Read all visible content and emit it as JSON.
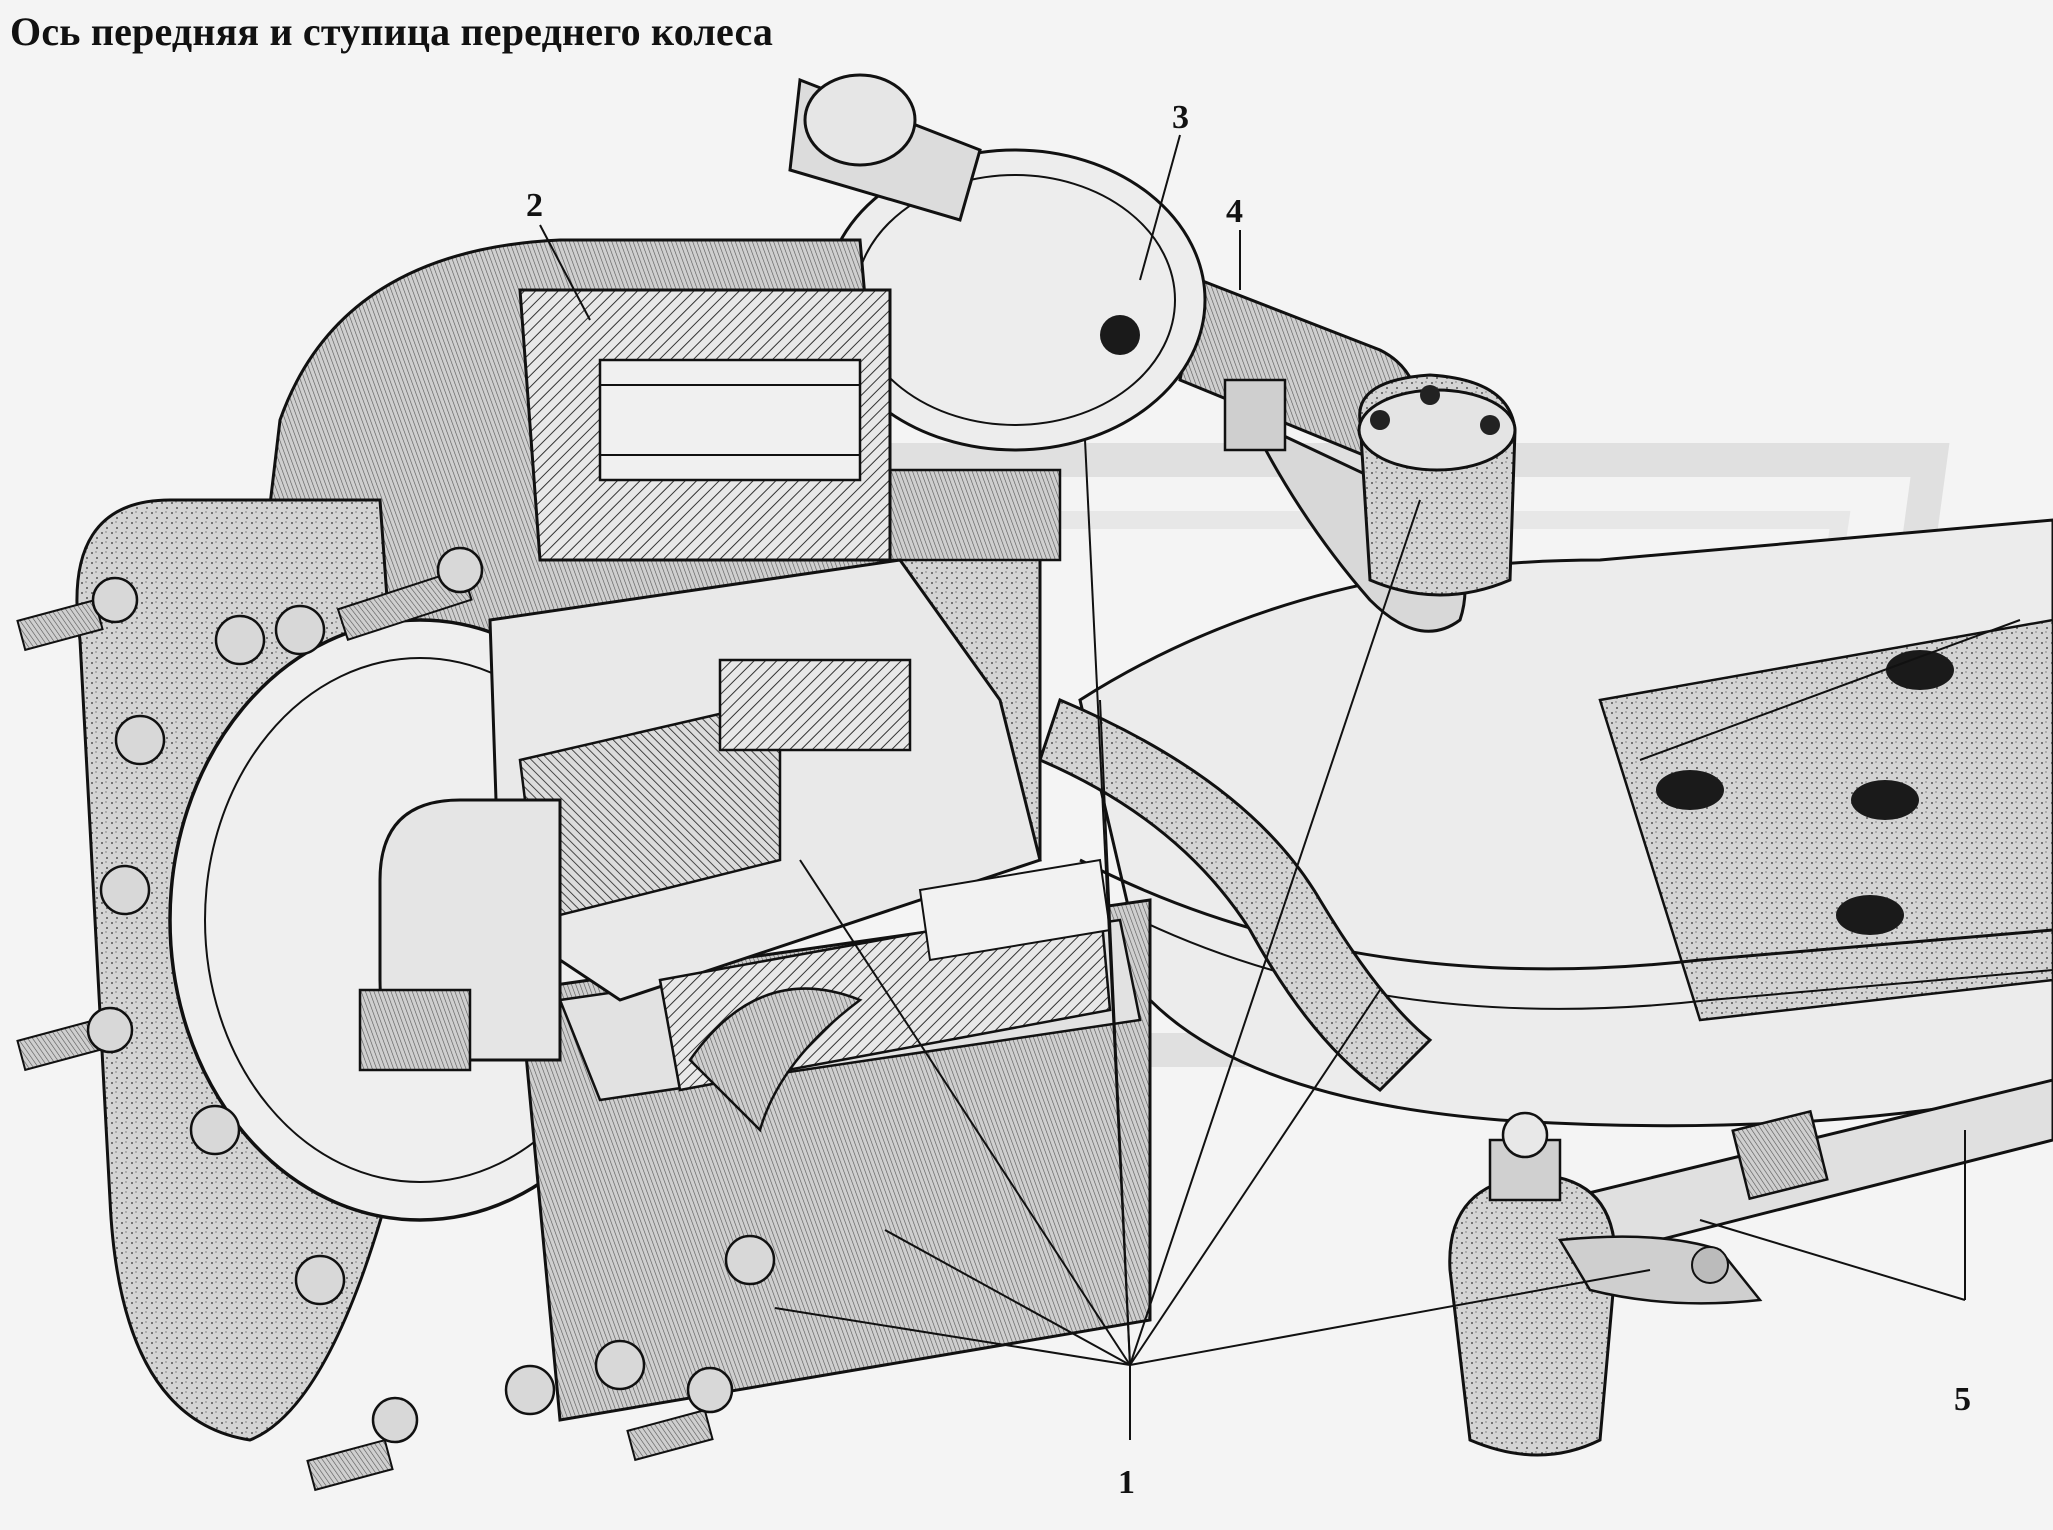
{
  "title": "Ось передняя и ступица переднего колеса",
  "callouts": [
    {
      "id": "1",
      "label": "1"
    },
    {
      "id": "2",
      "label": "2"
    },
    {
      "id": "3",
      "label": "3"
    },
    {
      "id": "4",
      "label": "4"
    },
    {
      "id": "5",
      "label": "5"
    }
  ],
  "colors": {
    "background": "#f4f4f4",
    "ink": "#111111",
    "shade": "#c9c9c9",
    "hatch": "#3a3a3a",
    "watermark": "#d6d6d6"
  }
}
